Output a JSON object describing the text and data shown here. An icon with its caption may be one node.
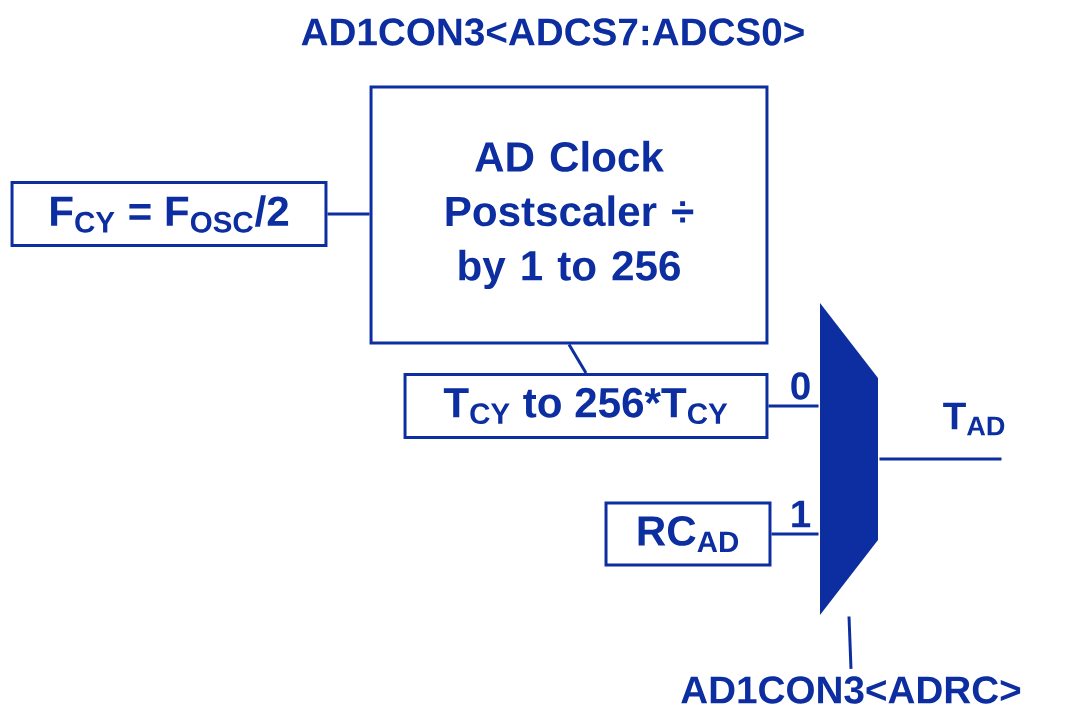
{
  "diagram": {
    "title": "AD1CON3<ADCS7:ADCS0>",
    "nodes": [
      {
        "text": [
          "AD Clock Postscaler ÷ by 1 to 256"
        ]
      },
      {
        "text": [
          "F$_{CY}$ = F$_{OSC}$/2"
        ]
      },
      {
        "text": [
          "T$_{CY}$ to 256*T$_{CY}$"
        ]
      },
      {
        "text": [
          "RC$_{AD}$"
        ]
      },
      {
        "text": [],
        "shape": "trapezoid"
      },
      {
        "text": [
          "AD1CON3<ADRC>"
        ]
      }
    ],
    "edges": [
      {
        "from": 1,
        "to": 0,
        "arrow": "none"
      },
      {
        "from": 0,
        "to": 2,
        "arrow": "none"
      },
      {
        "from": 2,
        "to": 4,
        "arrow": "none",
        "label": "0"
      },
      {
        "from": 3,
        "to": 4,
        "arrow": "none",
        "label": "1"
      },
      {
        "from": 4,
        "to": null,
        "arrow": "none",
        "label": "T$_{AD}$"
      },
      {
        "from": 5,
        "to": 4,
        "arrow": "none"
      }
    ]
  }
}
